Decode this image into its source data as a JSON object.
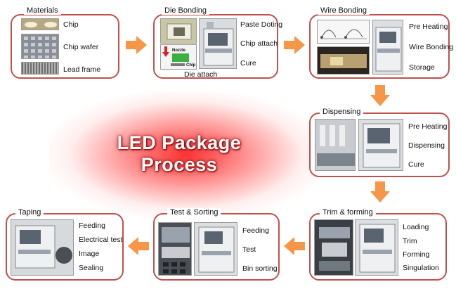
{
  "center_title": "LED Package Process",
  "stages": {
    "materials": {
      "title": "Materials",
      "steps": [
        "Chip",
        "Chip wafer",
        "Lead frame"
      ]
    },
    "die_bonding": {
      "title": "Die Bonding",
      "steps": [
        "Paste Doting",
        "Chip attach",
        "Cure"
      ],
      "photo_caption": "Die attach",
      "diagram_labels": [
        "Nozzle",
        "Chip"
      ]
    },
    "wire_bonding": {
      "title": "Wire Bonding",
      "steps": [
        "Pre Heating",
        "Wire Bonding",
        "Storage"
      ]
    },
    "dispensing": {
      "title": "Dispensing",
      "steps": [
        "Pre Heating",
        "Dispensing",
        "Cure"
      ]
    },
    "trim_forming": {
      "title": "Trim & forming",
      "steps": [
        "Loading",
        "Trim",
        "Forming",
        "Singulation"
      ]
    },
    "test_sorting": {
      "title": "Test & Sorting",
      "steps": [
        "Feeding",
        "Test",
        "Bin sorting"
      ]
    },
    "taping": {
      "title": "Taping",
      "steps": [
        "Feeding",
        "Electrical test",
        "Image",
        "Sealing"
      ]
    }
  },
  "colors": {
    "box_border": "#c0504d",
    "arrow": "#f79646",
    "glow": "#ff2020"
  }
}
